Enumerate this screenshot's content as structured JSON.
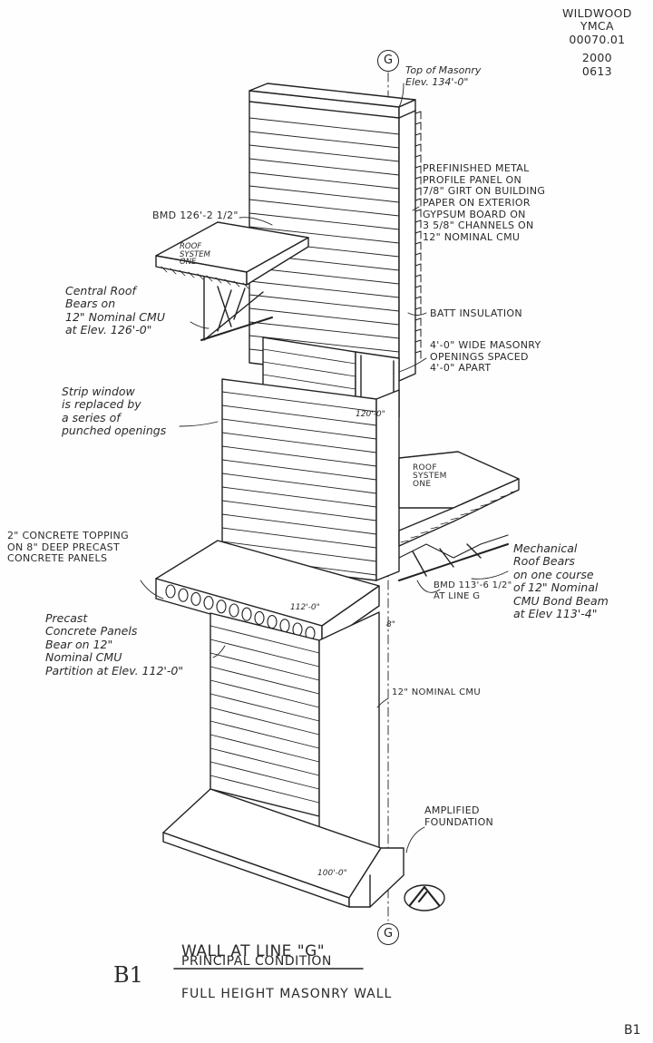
{
  "project": {
    "line1": "WILDWOOD",
    "line2": "YMCA",
    "line3": "00070.01",
    "year": "2000",
    "date": "0613"
  },
  "grid": {
    "top_label": "G",
    "bottom_label": "G"
  },
  "annotations": {
    "top_masonry": [
      "Top of Masonry",
      "Elev. 134'-0\""
    ],
    "metal_panel": [
      "PREFINISHED METAL",
      "PROFILE PANEL ON",
      "7/8\" GIRT ON BUILDING",
      "PAPER ON EXTERIOR",
      "GYPSUM BOARD ON",
      "3 5/8\" CHANNELS ON",
      "12\" NOMINAL CMU"
    ],
    "bmd_upper": "BMD 126'-2 1/2\"",
    "central_roof": [
      "Central Roof",
      "Bears on",
      "12\" Nominal CMU",
      "at Elev. 126'-0\""
    ],
    "batt": "BATT INSULATION",
    "openings": [
      "4'-0\" WIDE MASONRY",
      "OPENINGS SPACED",
      "4'-0\" APART"
    ],
    "strip_window": [
      "Strip window",
      "is replaced by",
      "a series of",
      "punched openings"
    ],
    "elev_120": "120'-0\"",
    "roof_system_upper": [
      "ROOF",
      "SYSTEM",
      "ONE"
    ],
    "roof_system_lower": [
      "ROOF",
      "SYSTEM",
      "ONE"
    ],
    "concrete_topping": [
      "2\" CONCRETE TOPPING",
      "ON 8\" DEEP PRECAST",
      "CONCRETE PANELS"
    ],
    "mechanical_roof": [
      "Mechanical",
      "Roof Bears",
      "on one course",
      "of 12\" Nominal",
      "CMU Bond Beam",
      "at Elev 113'-4\""
    ],
    "bmd_lower": [
      "BMD 113'-6 1/2\"",
      "AT LINE G"
    ],
    "elev_112": "112'-0\"",
    "dim_8": "8\"",
    "precast_bears": [
      "Precast",
      "Concrete Panels",
      "Bear on 12\"",
      "Nominal CMU",
      "Partition at Elev. 112'-0\""
    ],
    "nominal_cmu": "12\" NOMINAL CMU",
    "amplified": [
      "AMPLIFIED",
      "FOUNDATION"
    ],
    "elev_100": "100'-0\""
  },
  "title_block": {
    "sheet": "B1",
    "title": "WALL AT LINE \"G\"",
    "subtitle": "PRINCIPAL CONDITION",
    "description": "FULL HEIGHT MASONRY WALL",
    "corner_sheet": "B1"
  },
  "colors": {
    "ink": "#222222",
    "paper": "#fefefe"
  }
}
